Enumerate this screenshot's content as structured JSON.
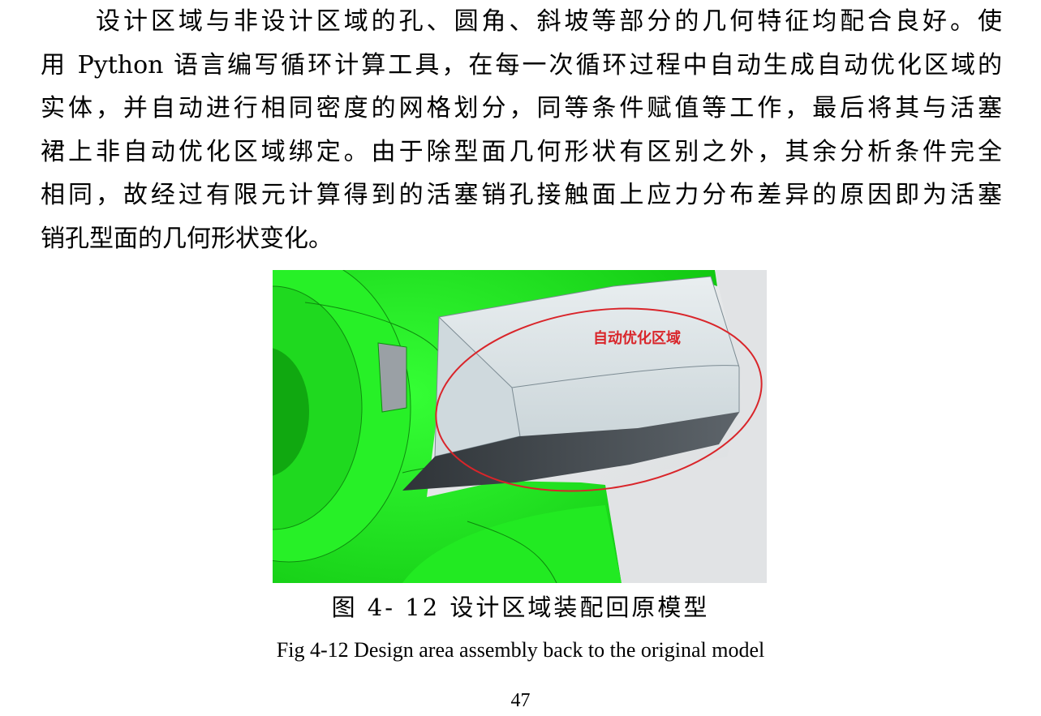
{
  "body": {
    "lines": [
      "设计区域与非设计区域的孔、圆角、斜坡等部分的几何特征均配合良好。使",
      "用 Python 语言编写循环计算工具，在每一次循环过程中自动生成自动优化区域的",
      "实体，并自动进行相同密度的网格划分，同等条件赋值等工作，最后将其与活塞",
      "裙上非自动优化区域绑定。由于除型面几何形状有区别之外，其余分析条件完全",
      "相同，故经过有限元计算得到的活塞销孔接触面上应力分布差异的原因即为活塞",
      "销孔型面的几何形状变化。"
    ]
  },
  "figure": {
    "annotation": "自动优化区域",
    "colors": {
      "green": "#22ee22",
      "dark_green": "#14a614",
      "gray_light": "#e3e6e8",
      "gray_dark": "#3f4449",
      "annotation_red": "#d9252a"
    }
  },
  "caption": {
    "cn": "图  4- 12  设计区域装配回原模型",
    "en": "Fig 4-12 Design area assembly back to the original model"
  },
  "page_number": "47"
}
